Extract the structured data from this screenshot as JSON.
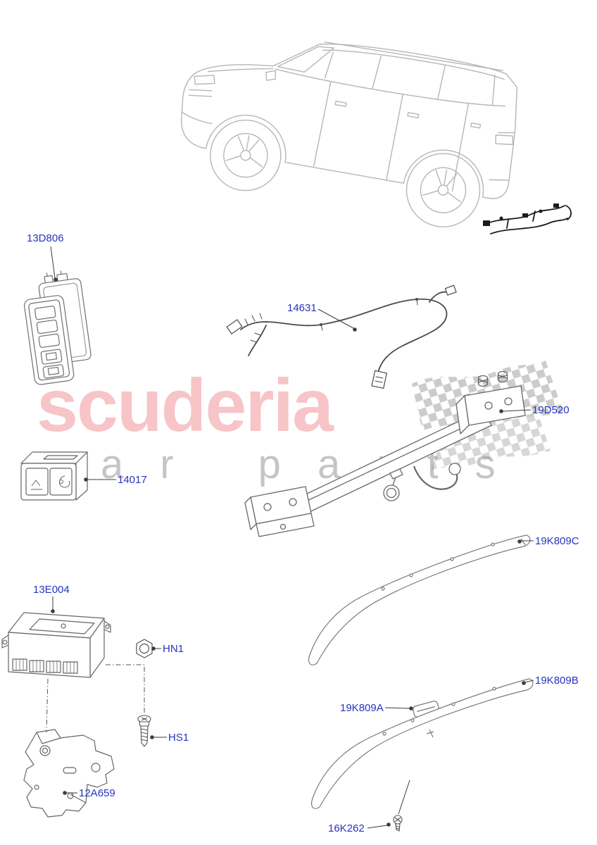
{
  "watermark": {
    "brand": "scuderia",
    "subtitle": "car parts"
  },
  "parts": [
    {
      "label": "13D806"
    },
    {
      "label": "14631"
    },
    {
      "label": "19D520"
    },
    {
      "label": "14017"
    },
    {
      "label": "19K809C"
    },
    {
      "label": "13E004"
    },
    {
      "label": "HN1"
    },
    {
      "label": "HS1"
    },
    {
      "label": "12A659"
    },
    {
      "label": "19K809A"
    },
    {
      "label": "19K809B"
    },
    {
      "label": "16K262"
    }
  ],
  "colors": {
    "part_link_blue": "#2733c0",
    "watermark_red": "#e84c56",
    "watermark_gray": "#969696",
    "line_art_gray": "#6e6e6e",
    "vehicle_gray": "#b6b6b6"
  }
}
